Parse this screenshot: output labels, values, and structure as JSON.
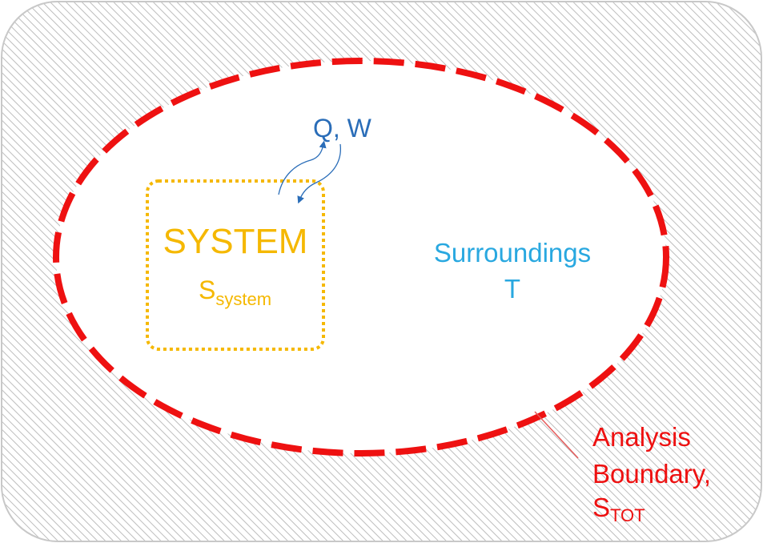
{
  "colors": {
    "hatch": "#bdbdbd",
    "frame_border": "#c8c8c8",
    "boundary": "#ee1111",
    "system": "#f5b800",
    "surroundings": "#29a8e0",
    "heat_work": "#2a6db8",
    "leader_line": "#e55a5a"
  },
  "heat_work": {
    "label": "Q, W"
  },
  "system": {
    "title": "SYSTEM",
    "entropy_symbol": "S",
    "entropy_subscript": "system"
  },
  "surroundings": {
    "title": "Surroundings",
    "temperature": "T"
  },
  "analysis_boundary": {
    "line1": "Analysis",
    "line2": "Boundary,",
    "entropy_symbol": "S",
    "entropy_subscript": "TOT"
  }
}
